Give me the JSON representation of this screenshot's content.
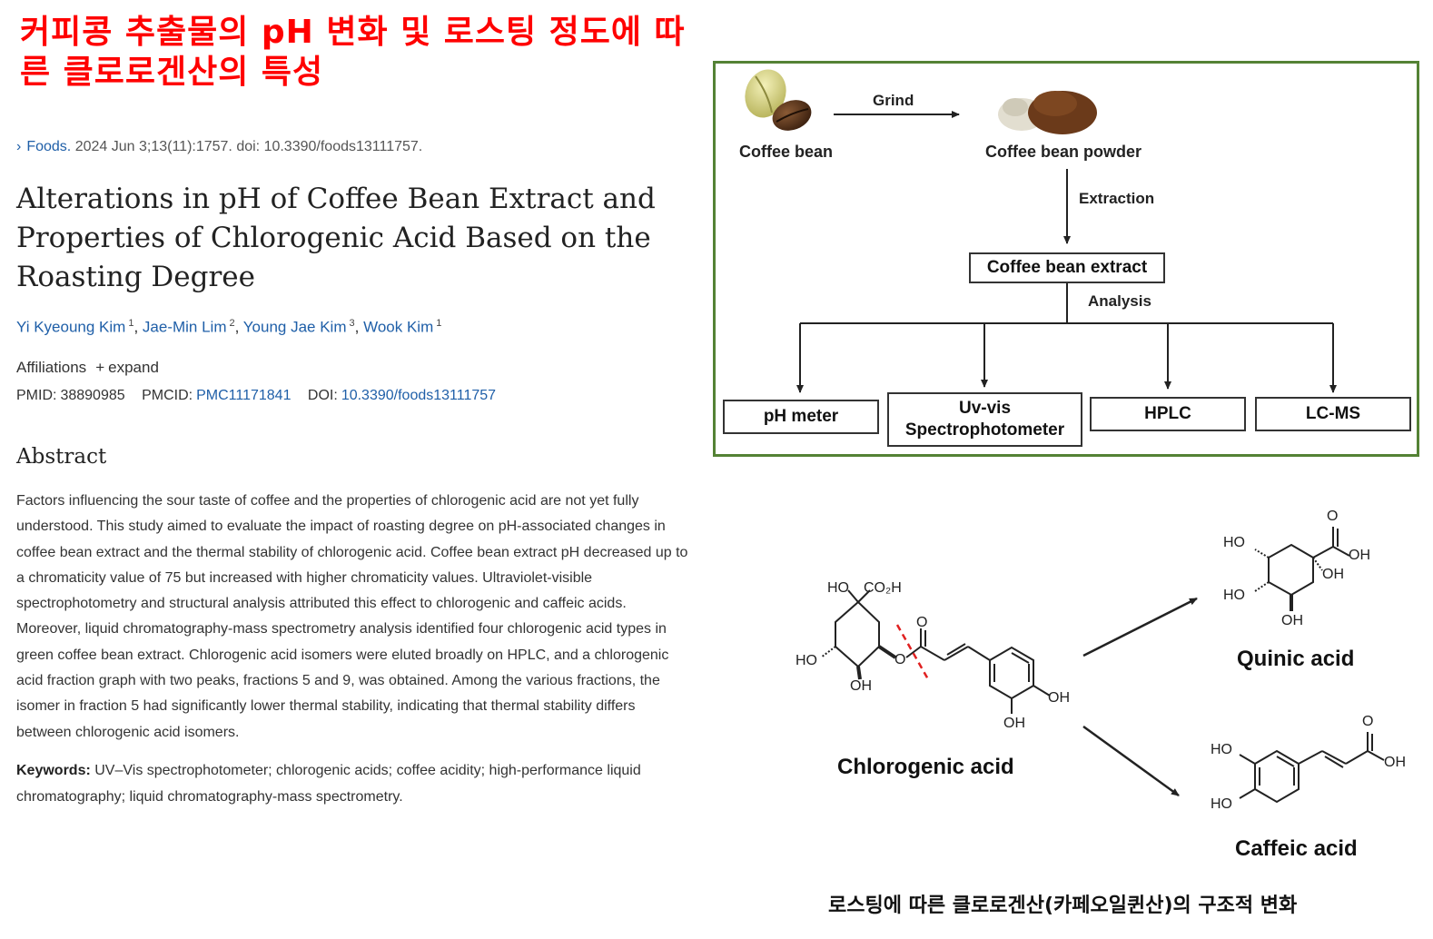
{
  "slide_title": "커피콩 추출물의 pH 변화 및 로스팅 정도에 따른 클로로겐산의 특성",
  "citation": {
    "journal": "Foods.",
    "details": "2024 Jun 3;13(11):1757. doi: 10.3390/foods13111757."
  },
  "article": {
    "title": "Alterations in pH of Coffee Bean Extract and Properties of Chlorogenic Acid Based on the Roasting Degree",
    "authors": [
      {
        "name": "Yi Kyeoung Kim",
        "aff": "1"
      },
      {
        "name": "Jae-Min Lim",
        "aff": "2"
      },
      {
        "name": "Young Jae Kim",
        "aff": "3"
      },
      {
        "name": "Wook Kim",
        "aff": "1"
      }
    ],
    "affiliations_label": "Affiliations",
    "expand_label": "expand",
    "pmid_label": "PMID:",
    "pmid": "38890985",
    "pmcid_label": "PMCID:",
    "pmcid": "PMC11171841",
    "doi_label": "DOI:",
    "doi": "10.3390/foods13111757",
    "abstract_heading": "Abstract",
    "abstract": "Factors influencing the sour taste of coffee and the properties of chlorogenic acid are not yet fully understood. This study aimed to evaluate the impact of roasting degree on pH-associated changes in coffee bean extract and the thermal stability of chlorogenic acid. Coffee bean extract pH decreased up to a chromaticity value of 75 but increased with higher chromaticity values. Ultraviolet-visible spectrophotometry and structural analysis attributed this effect to chlorogenic and caffeic acids. Moreover, liquid chromatography-mass spectrometry analysis identified four chlorogenic acid types in green coffee bean extract. Chlorogenic acid isomers were eluted broadly on HPLC, and a chlorogenic acid fraction graph with two peaks, fractions 5 and 9, was obtained. Among the various fractions, the isomer in fraction 5 had significantly lower thermal stability, indicating that thermal stability differs between chlorogenic acid isomers.",
    "keywords_label": "Keywords:",
    "keywords": "UV–Vis spectrophotometer; chlorogenic acids; coffee acidity; high-performance liquid chromatography; liquid chromatography-mass spectrometry."
  },
  "flowchart": {
    "coffee_bean": "Coffee bean",
    "grind": "Grind",
    "coffee_bean_powder": "Coffee bean powder",
    "extraction": "Extraction",
    "coffee_bean_extract": "Coffee bean extract",
    "analysis": "Analysis",
    "methods": [
      "pH meter",
      "Uv-vis Spectrophotometer",
      "HPLC",
      "LC-MS"
    ],
    "border_color": "#548235"
  },
  "chemistry": {
    "chlorogenic_acid": "Chlorogenic acid",
    "quinic_acid": "Quinic acid",
    "caffeic_acid": "Caffeic acid",
    "groups": {
      "ho": "HO",
      "oh": "OH",
      "co2h": "CO₂H",
      "o": "O"
    }
  },
  "caption": "로스팅에 따른 클로로겐산(카페오일퀸산)의 구조적 변화",
  "colors": {
    "title_red": "#ff0000",
    "link_blue": "#1f5fa8",
    "cleave_red": "#e02020"
  }
}
